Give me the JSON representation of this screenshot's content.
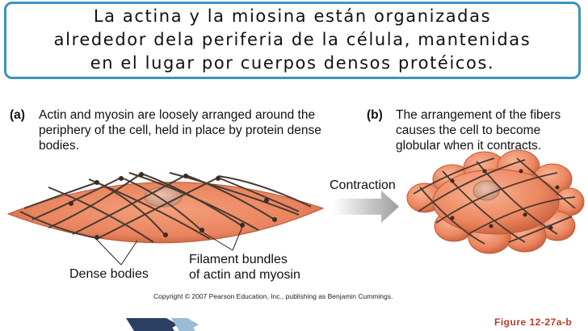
{
  "title": {
    "line1": "La actina y la miosina están organizadas",
    "line2": "alrededor dela periferia de la célula, mantenidas",
    "line3": "en el lugar por cuerpos densos protéicos."
  },
  "panel_a": {
    "tag": "(a)",
    "caption": "Actin and myosin are loosely arranged around the periphery of the cell, held in place by protein dense bodies."
  },
  "panel_b": {
    "tag": "(b)",
    "caption": "The arrangement of the fibers causes the cell to become globular when it contracts."
  },
  "labels": {
    "dense_bodies": "Dense bodies",
    "filament_line1": "Filament bundles",
    "filament_line2": "of actin and myosin",
    "contraction": "Contraction"
  },
  "copyright": "Copyright © 2007 Pearson Education, Inc., publishing as Benjamin Cummings.",
  "figure_ref": "Figure 12-27a-b",
  "colors": {
    "title_border": "#3d93c0",
    "cell_fill": "#e9845e",
    "nucleus": "#d9a28a",
    "fiber": "#4a3a32",
    "arrow": "#a9a9a9",
    "figure_ref": "#c0392b"
  }
}
